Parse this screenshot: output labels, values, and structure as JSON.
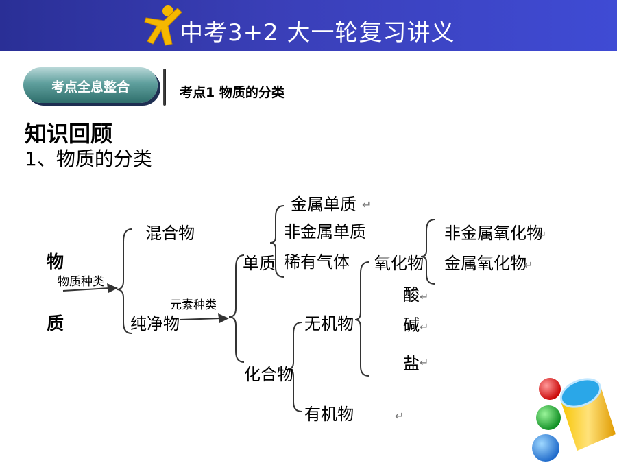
{
  "header": {
    "title": "中考3+2  大一轮复习讲义"
  },
  "tag": {
    "label": "考点全息整合"
  },
  "topic": {
    "label": "考点1   物质的分类"
  },
  "section": {
    "title": "知识回顾",
    "subtitle": "1、物质的分类"
  },
  "diagram": {
    "root_top": "物",
    "root_bottom": "质",
    "edge_root": "物质种类",
    "mixture": "混合物",
    "pure": "纯净物",
    "edge_pure": "元素种类",
    "element": "单质",
    "compound": "化合物",
    "metal_element": "金属单质",
    "nonmetal_element": "非金属单质",
    "noble_gas": "稀有气体",
    "inorganic": "无机物",
    "organic": "有机物",
    "oxide": "氧化物",
    "acid": "酸",
    "base": "碱",
    "salt": "盐",
    "nonmetal_oxide": "非金属氧化物",
    "metal_oxide": "金属氧化物",
    "return_mark": "↵"
  }
}
